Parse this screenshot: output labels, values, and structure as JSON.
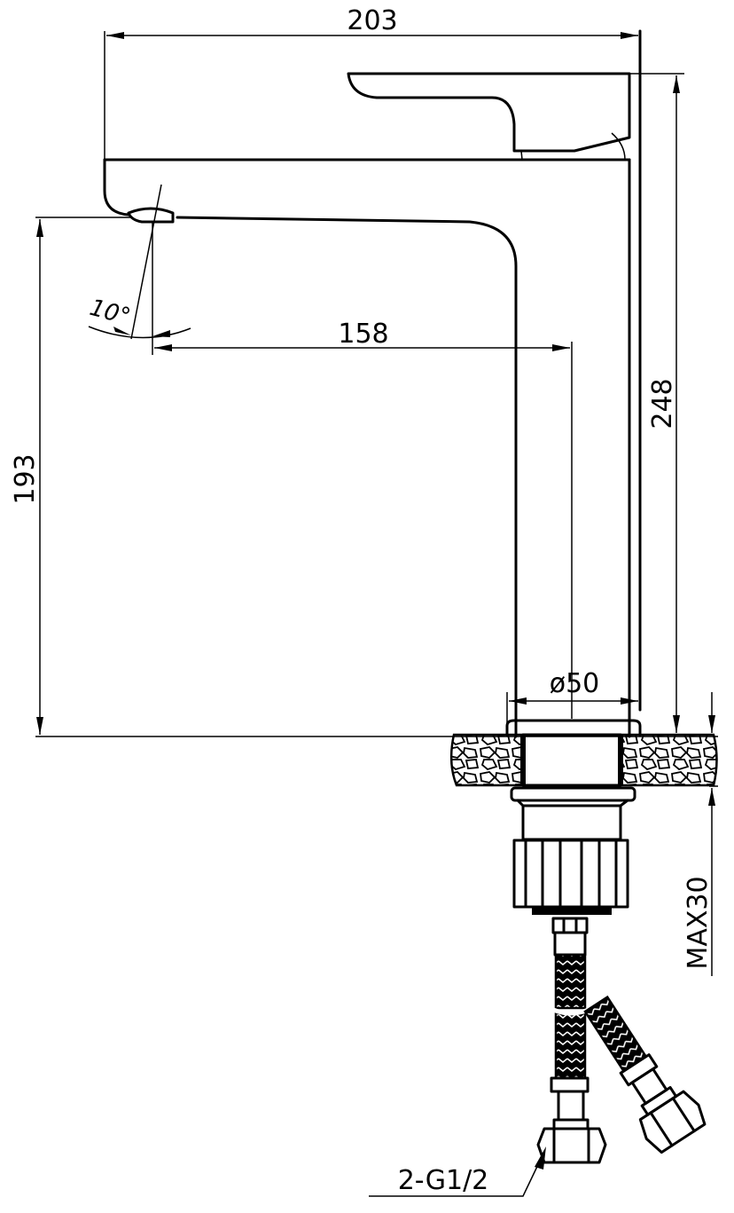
{
  "drawing": {
    "dimensions": {
      "overall_length": "203",
      "total_height": "248",
      "spout_height": "193",
      "spout_reach": "158",
      "spout_angle": "10°",
      "base_diameter": "ø50",
      "max_counter_thickness": "MAX30",
      "connection_spec": "2-G1/2"
    },
    "colors": {
      "line": "#000000",
      "background": "#ffffff"
    }
  }
}
